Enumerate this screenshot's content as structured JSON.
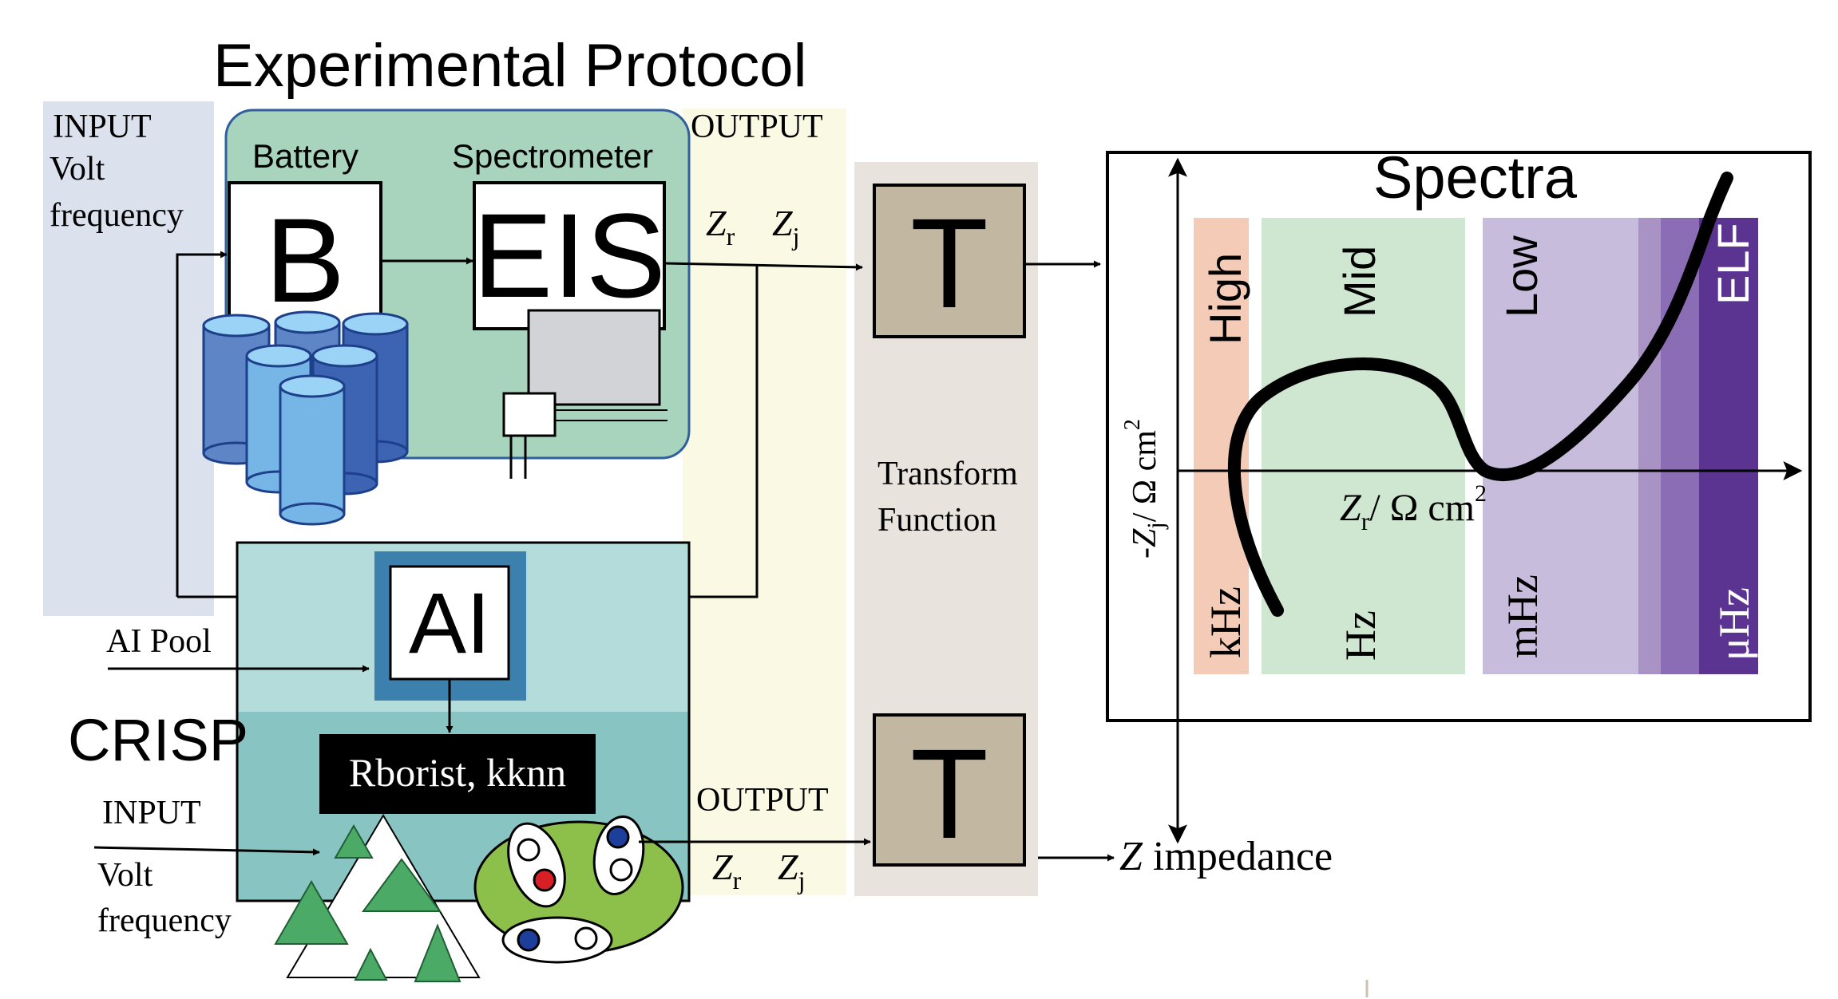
{
  "title": "Experimental Protocol",
  "left_input": {
    "line1": "INPUT",
    "line2": "Volt",
    "line3": "frequency"
  },
  "battery": {
    "label": "Battery",
    "letter": "B"
  },
  "spectrometer": {
    "label": "Spectrometer",
    "letter": "EIS"
  },
  "output_top": {
    "label": "OUTPUT",
    "zr": "Z",
    "zr_sub": "r",
    "zj": "Z",
    "zj_sub": "j"
  },
  "output_bottom": {
    "label": "OUTPUT",
    "zr": "Z",
    "zr_sub": "r",
    "zj": "Z",
    "zj_sub": "j"
  },
  "transform": {
    "block_letter": "T",
    "line1": "Transform",
    "line2": "Function"
  },
  "spectra": {
    "title": "Spectra",
    "yaxis": {
      "z": "Z",
      "sub": "j",
      "prefix": "-",
      "unit": "/ Ω cm",
      "sup": "2"
    },
    "xaxis": {
      "z": "Z",
      "sub": "r",
      "unit": "/ Ω cm",
      "sup": "2"
    },
    "bands": [
      {
        "name": "High",
        "unit": "kHz",
        "color": "#f3cbb6"
      },
      {
        "name": "Mid",
        "unit": "Hz",
        "color": "#cfe6d0"
      },
      {
        "name": "Low",
        "unit": "mHz",
        "color": "#c8bcdc"
      },
      {
        "name": "ELF",
        "unit": "μHz",
        "color": "#5b3491"
      }
    ]
  },
  "ai": {
    "letter": "AI",
    "pool_label": "AI Pool"
  },
  "crisp": {
    "label": "CRISP",
    "models": "Rborist, kknn"
  },
  "crisp_input": {
    "line1": "INPUT",
    "line2": "Volt",
    "line3": "frequency"
  },
  "impedance": {
    "z": "Z",
    "text": " impedance"
  },
  "colors": {
    "input_panel": "#dce1ee",
    "protocol_box": "#a8d4bd",
    "output_band": "#fafae4",
    "transform_band": "#e8e3dc",
    "t_block": "#c2b8a2",
    "crisp_top": "#b3dcda",
    "crisp_bottom": "#88c4c2",
    "ai_frame": "#3c80ad",
    "cylinder": "#8fcaf0",
    "cluster_green": "#8dc04a",
    "triangle_green": "#4caa67"
  }
}
